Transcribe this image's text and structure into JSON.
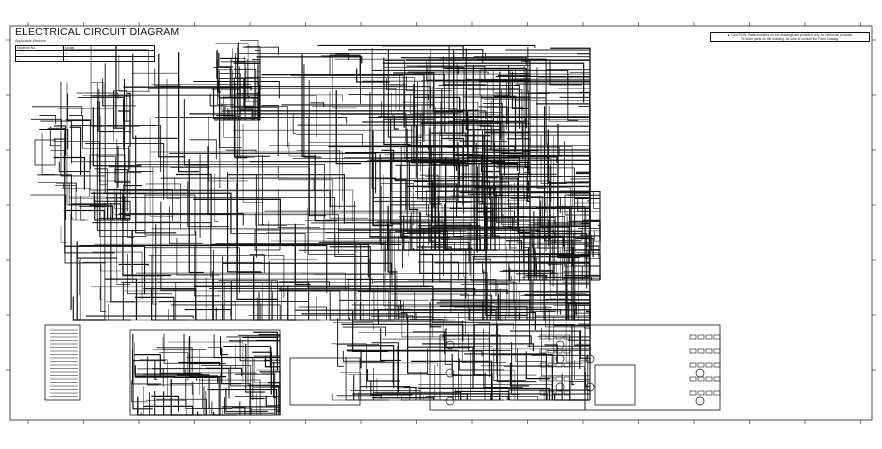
{
  "header": {
    "title": "ELECTRICAL CIRCUIT DIAGRAM",
    "subtitle": "Applicable Machine",
    "machine_table": [
      [
        "Machine No.",
        "Model"
      ],
      [
        "—",
        "—"
      ],
      [
        "—",
        "—"
      ]
    ]
  },
  "caution": {
    "icon": "warning-triangle-icon",
    "line1": "CAUTION: Parts numbers on the drawings are provided only for reference purpose.",
    "line2": "To order parts on the drawing, be sure to consult the Parts Catalog."
  },
  "colors": {
    "ink": "#111111",
    "paper": "#ffffff"
  }
}
